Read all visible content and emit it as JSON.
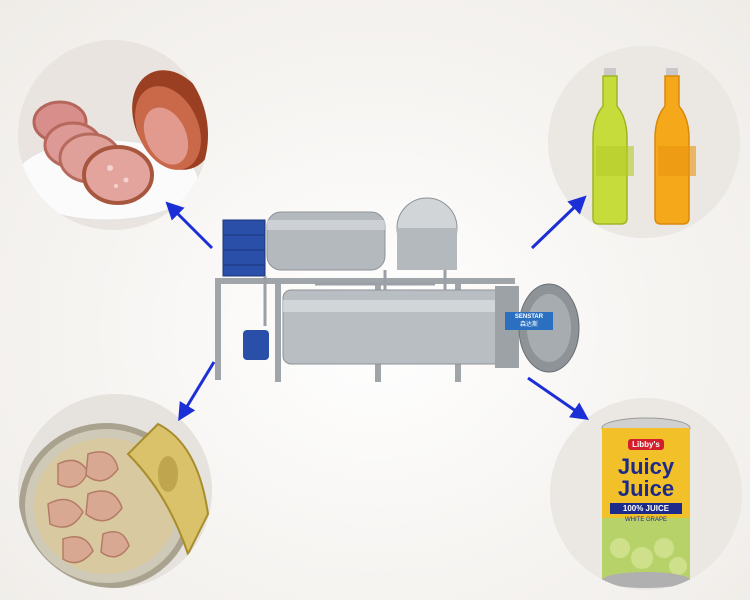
{
  "machine": {
    "brand_label": "SENSTAR",
    "brand_sub": "森达斯"
  },
  "juice_can": {
    "logo": "Libby's",
    "name_line1": "Juicy",
    "name_line2": "Juice",
    "badge": "100% JUICE",
    "flavor": "WHITE GRAPE"
  },
  "colors": {
    "arrow": "#1c2fd6",
    "steel": "#bfc3c8",
    "panel_blue": "#2a4fa8"
  }
}
